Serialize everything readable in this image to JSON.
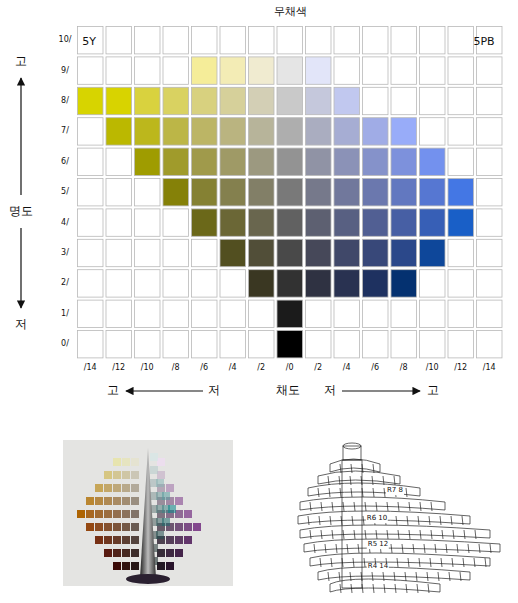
{
  "diagram": {
    "labels": [
      "무채색",
      "5Y",
      "5PB",
      "고",
      "명도",
      "저",
      "10/",
      "9/",
      "8/",
      "7/",
      "6/",
      "5/",
      "4/",
      "3/",
      "2/",
      "1/",
      "0/",
      "/14",
      "/12",
      "/10",
      "/8",
      "/6",
      "/4",
      "/2",
      "/0",
      "/2",
      "/4",
      "/6",
      "/8",
      "/10",
      "/12",
      "/14",
      "고",
      "저",
      "채도",
      "저",
      "고",
      "R7 8",
      "R6 10",
      "R5 12",
      "R4 14"
    ]
  }
}
